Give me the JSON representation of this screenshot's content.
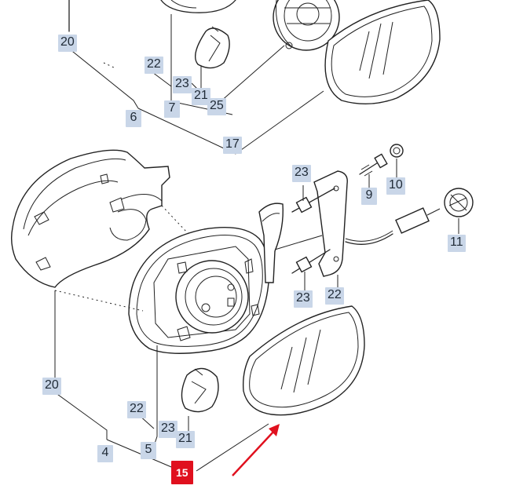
{
  "diagram": {
    "callouts": [
      {
        "id": "c-20-top",
        "label": "20"
      },
      {
        "id": "c-22-top",
        "label": "22"
      },
      {
        "id": "c-23-top",
        "label": "23"
      },
      {
        "id": "c-21-top",
        "label": "21"
      },
      {
        "id": "c-7",
        "label": "7"
      },
      {
        "id": "c-25",
        "label": "25"
      },
      {
        "id": "c-6",
        "label": "6"
      },
      {
        "id": "c-17",
        "label": "17"
      },
      {
        "id": "c-23-mid",
        "label": "23"
      },
      {
        "id": "c-9",
        "label": "9"
      },
      {
        "id": "c-10",
        "label": "10"
      },
      {
        "id": "c-11",
        "label": "11"
      },
      {
        "id": "c-23-low",
        "label": "23"
      },
      {
        "id": "c-22-low",
        "label": "22"
      },
      {
        "id": "c-20-bot",
        "label": "20"
      },
      {
        "id": "c-22-bot",
        "label": "22"
      },
      {
        "id": "c-23-bot",
        "label": "23"
      },
      {
        "id": "c-21-bot",
        "label": "21"
      },
      {
        "id": "c-4",
        "label": "4"
      },
      {
        "id": "c-5",
        "label": "5"
      },
      {
        "id": "c-15",
        "label": "15"
      }
    ],
    "highlight": {
      "label": "15",
      "color": "#e0101e"
    },
    "callout_color": "#c9d6e8",
    "arrow_color": "#e0101e",
    "arrow_icon": "arrow-up-right-icon"
  }
}
